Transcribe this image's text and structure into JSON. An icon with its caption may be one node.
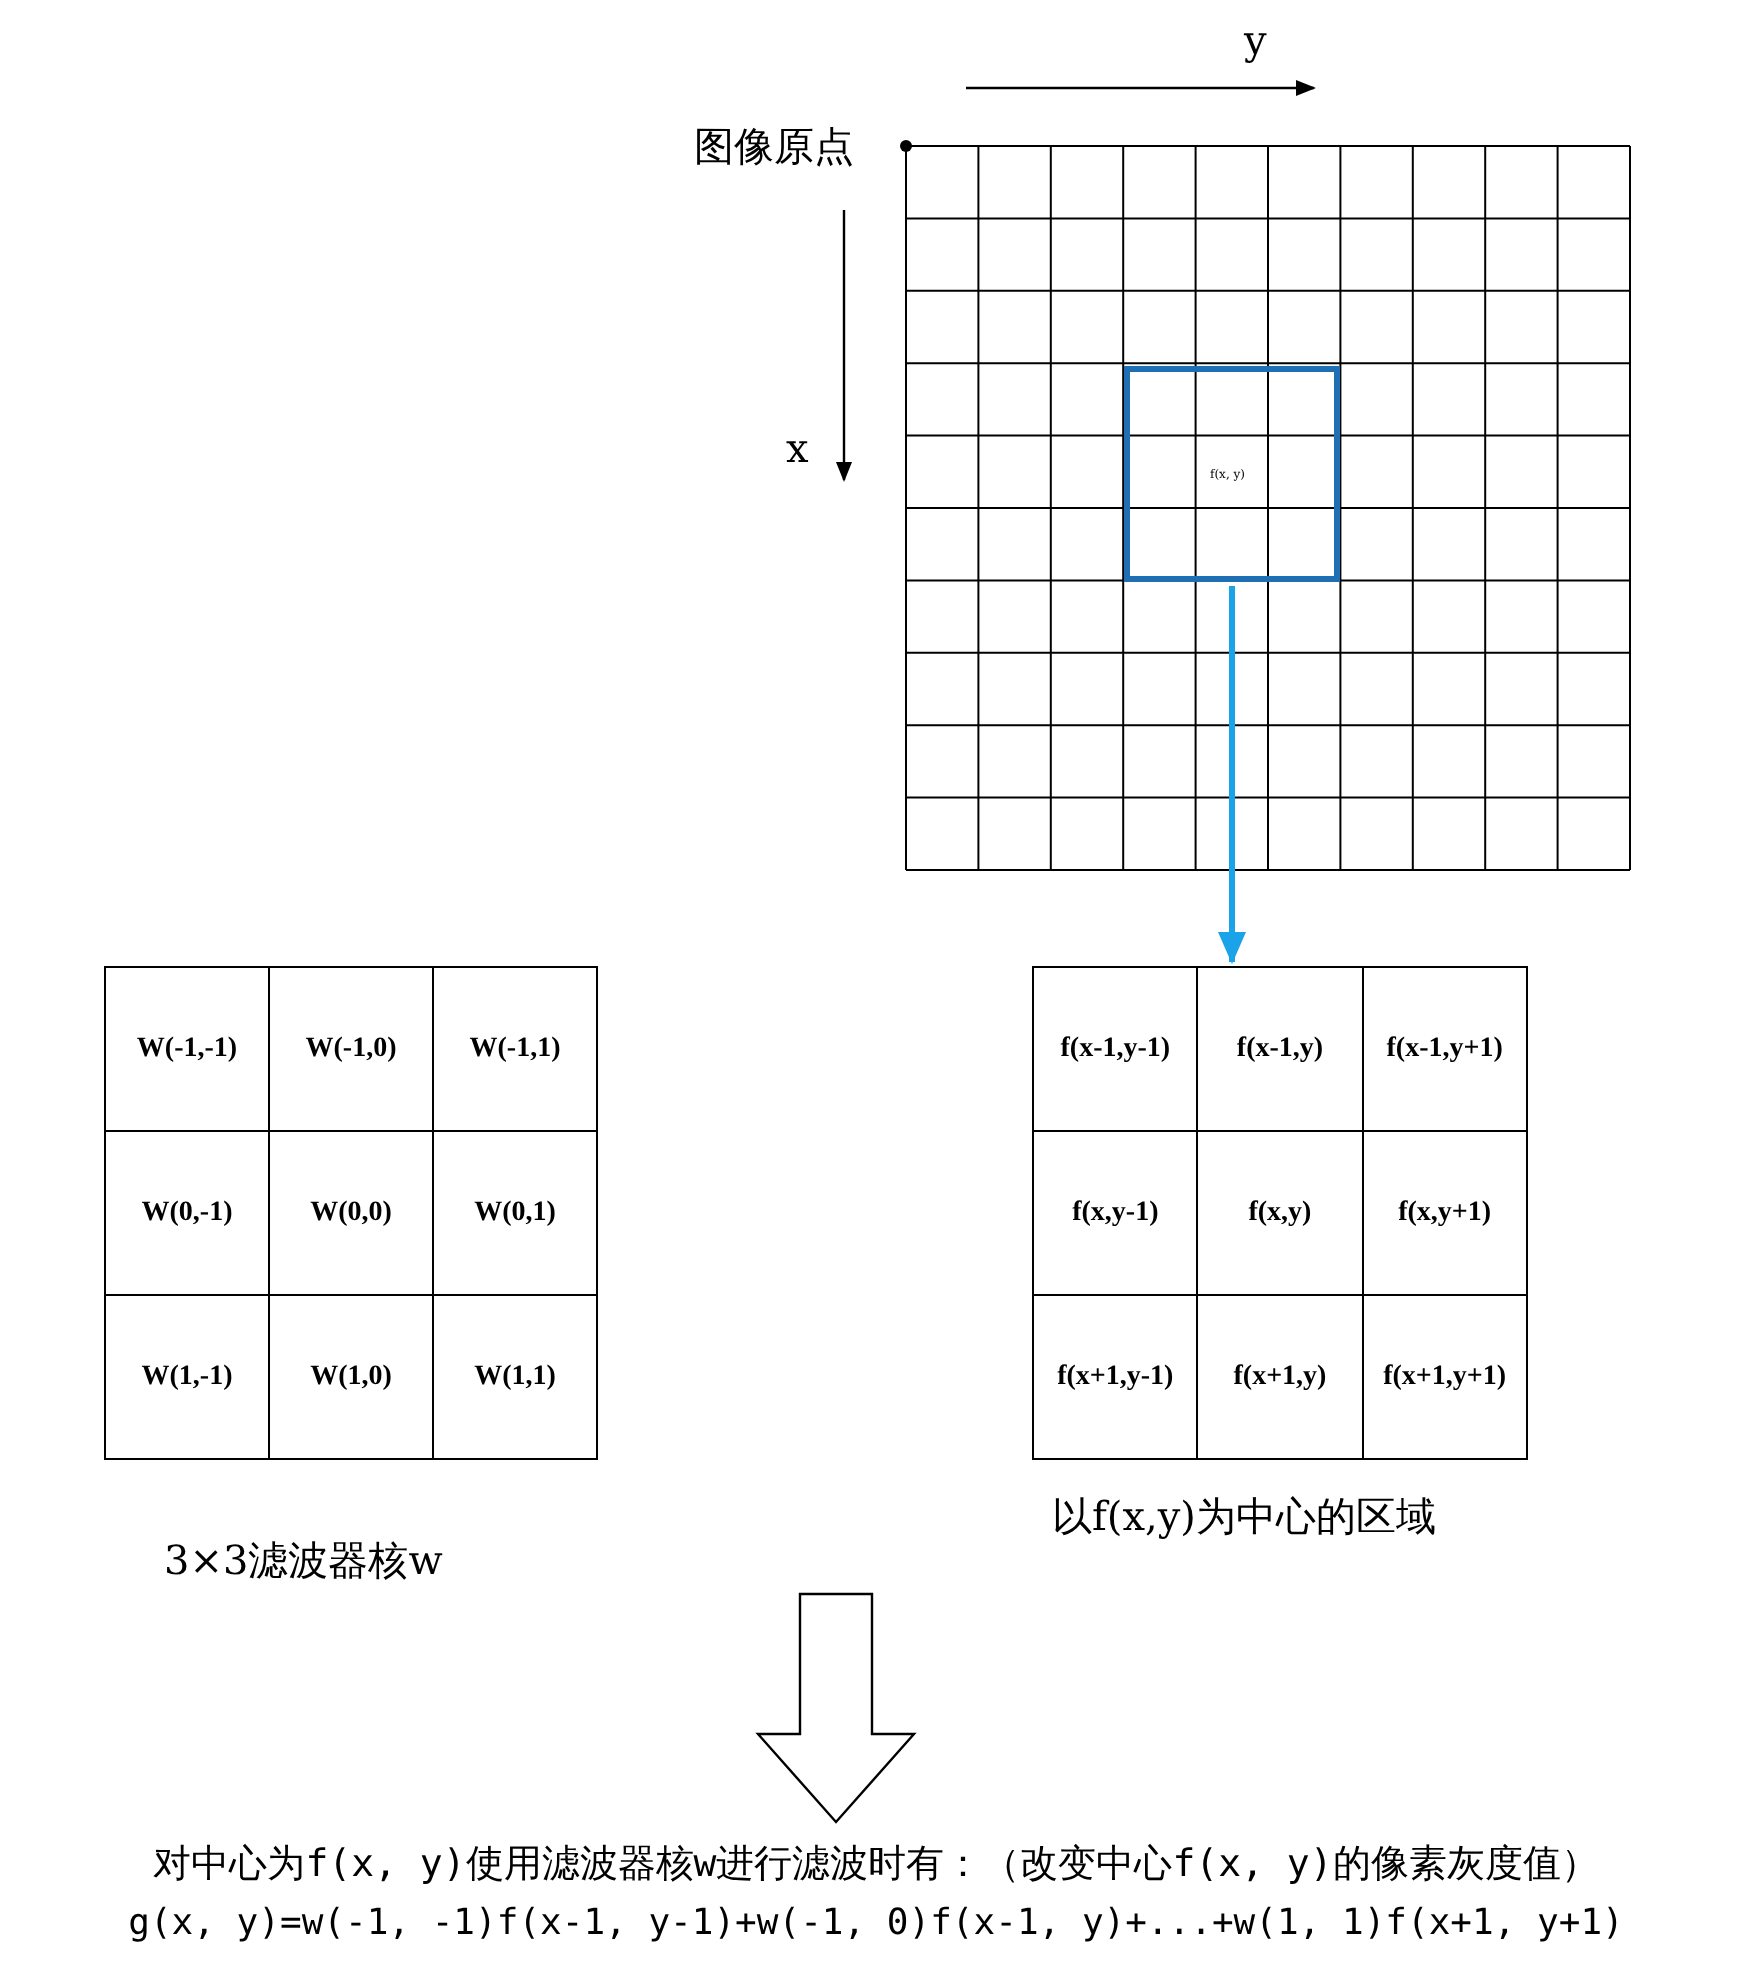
{
  "diagram": {
    "nodes": [
      {
        "text": [
          "f(x, y)"
        ]
      },
      {
        "text": [],
        "shape": "grid",
        "beside": [
          "3×3滤波器核w"
        ]
      },
      {
        "text": [
          "W(-1,-1)"
        ],
        "in": 1
      },
      {
        "text": [
          "W(-1,0)"
        ],
        "in": 1
      },
      {
        "text": [
          "W(-1,1)"
        ],
        "in": 1
      },
      {
        "text": [
          "W(0,-1)"
        ],
        "in": 1
      },
      {
        "text": [
          "W(0,0)"
        ],
        "in": 1
      },
      {
        "text": [
          "W(0,1)"
        ],
        "in": 1
      },
      {
        "text": [
          "W(1,-1)"
        ],
        "in": 1
      },
      {
        "text": [
          "W(1,0)"
        ],
        "in": 1
      },
      {
        "text": [
          "W(1,1)"
        ],
        "in": 1
      },
      {
        "text": [],
        "shape": "grid",
        "beside": [
          "以f(x,y)为中心的区域"
        ]
      },
      {
        "text": [
          "f(x-1,y-1)"
        ],
        "in": 11
      },
      {
        "text": [
          "f(x-1,y)"
        ],
        "in": 11
      },
      {
        "text": [
          "f(x-1,y+1)"
        ],
        "in": 11
      },
      {
        "text": [
          "f(x,y-1)"
        ],
        "in": 11
      },
      {
        "text": [
          "f(x,y)"
        ],
        "in": 11
      },
      {
        "text": [
          "f(x,y+1)"
        ],
        "in": 11
      },
      {
        "text": [
          "f(x+1,y-1)"
        ],
        "in": 11
      },
      {
        "text": [
          "f(x+1,y)"
        ],
        "in": 11
      },
      {
        "text": [
          "f(x+1,y+1)"
        ],
        "in": 11
      },
      {
        "text": [
          "对中心为f(x, y)使用滤波器核w进行滤波时有：（改变中心f(x, y)的像素灰度值）",
          "g(x, y)=w(-1, -1)f(x-1, y-1)+w(-1, 0)f(x-1, y)+...+w(1, 1)f(x+1, y+1)"
        ]
      }
    ],
    "edges": [
      {
        "from": 0,
        "to": 11,
        "arrow": "to",
        "color": "#1aa3e8"
      },
      {
        "from": null,
        "to": 21,
        "arrow": "to",
        "style": "thick"
      }
    ],
    "labels": [
      "y",
      "图像原点",
      "x"
    ]
  }
}
